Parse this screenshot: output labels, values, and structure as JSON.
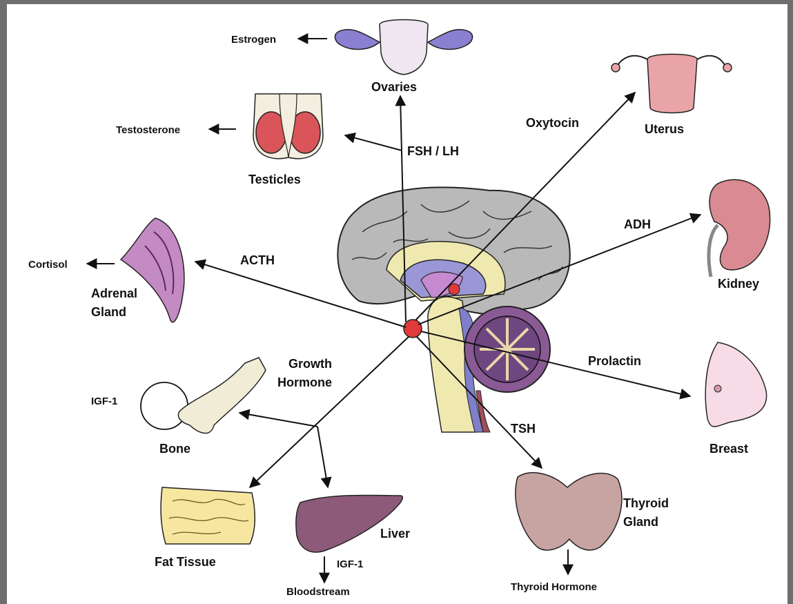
{
  "colors": {
    "background_frame": "#6e6e6e",
    "brain_gray": "#b9b9b9",
    "pituitary_red": "#e03a3a",
    "organ_purple": "#8a5a95",
    "ovary_blue": "#8a7fd0",
    "kidney_pink": "#d98a92",
    "fat_yellow": "#f6e6a0",
    "liver_purple": "#8d5a7a"
  },
  "labels": {
    "estrogen": "Estrogen",
    "ovaries": "Ovaries",
    "testosterone": "Testosterone",
    "testicles": "Testicles",
    "fsh_lh": "FSH / LH",
    "oxytocin": "Oxytocin",
    "uterus": "Uterus",
    "adh": "ADH",
    "kidney": "Kidney",
    "cortisol": "Cortisol",
    "acth": "ACTH",
    "adrenal_line1": "Adrenal",
    "adrenal_line2": "Gland",
    "growth_line1": "Growth",
    "growth_line2": "Hormone",
    "igf1_bone": "IGF-1",
    "bone": "Bone",
    "prolactin": "Prolactin",
    "breast": "Breast",
    "tsh": "TSH",
    "thyroid_line1": "Thyroid",
    "thyroid_line2": "Gland",
    "thyroid_hormone": "Thyroid Hormone",
    "fat_tissue": "Fat Tissue",
    "liver": "Liver",
    "igf1_liver": "IGF-1",
    "bloodstream": "Bloodstream"
  },
  "icons": [
    "brain-icon",
    "pituitary-icon",
    "ovaries-icon",
    "testicles-icon",
    "uterus-icon",
    "kidney-icon",
    "adrenal-gland-icon",
    "bone-icon",
    "breast-icon",
    "thyroid-gland-icon",
    "fat-tissue-icon",
    "liver-icon"
  ]
}
